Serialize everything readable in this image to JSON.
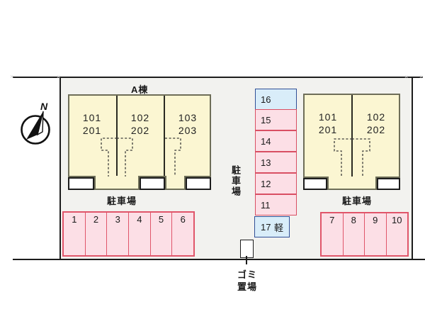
{
  "compass": {
    "north_label": "N"
  },
  "building_a": {
    "label": "A棟",
    "units": [
      {
        "floor1": "101",
        "floor2": "201"
      },
      {
        "floor1": "102",
        "floor2": "202"
      },
      {
        "floor1": "103",
        "floor2": "203"
      }
    ],
    "parking_label": "駐車場"
  },
  "building_b": {
    "units": [
      {
        "floor1": "101",
        "floor2": "201"
      },
      {
        "floor1": "102",
        "floor2": "202"
      }
    ],
    "parking_label": "駐車場"
  },
  "parking": {
    "middle_label": "駐車場",
    "row_left": [
      "1",
      "2",
      "3",
      "4",
      "5",
      "6"
    ],
    "row_right": [
      "7",
      "8",
      "9",
      "10"
    ],
    "column": [
      "16",
      "15",
      "14",
      "13",
      "12",
      "11"
    ],
    "kei": {
      "number": "17",
      "type_label": "軽"
    }
  },
  "garbage": {
    "label_line1": "ゴミ",
    "label_line2": "置場"
  },
  "colors": {
    "building_fill": "#fbf6d2",
    "building_border": "#6e6e58",
    "parking_pink_fill": "#fcdfe6",
    "parking_pink_border": "#e0556a",
    "parking_blue_fill": "#d9edf9",
    "parking_blue_border": "#2f4f96",
    "site_background": "#f2f2ef"
  }
}
